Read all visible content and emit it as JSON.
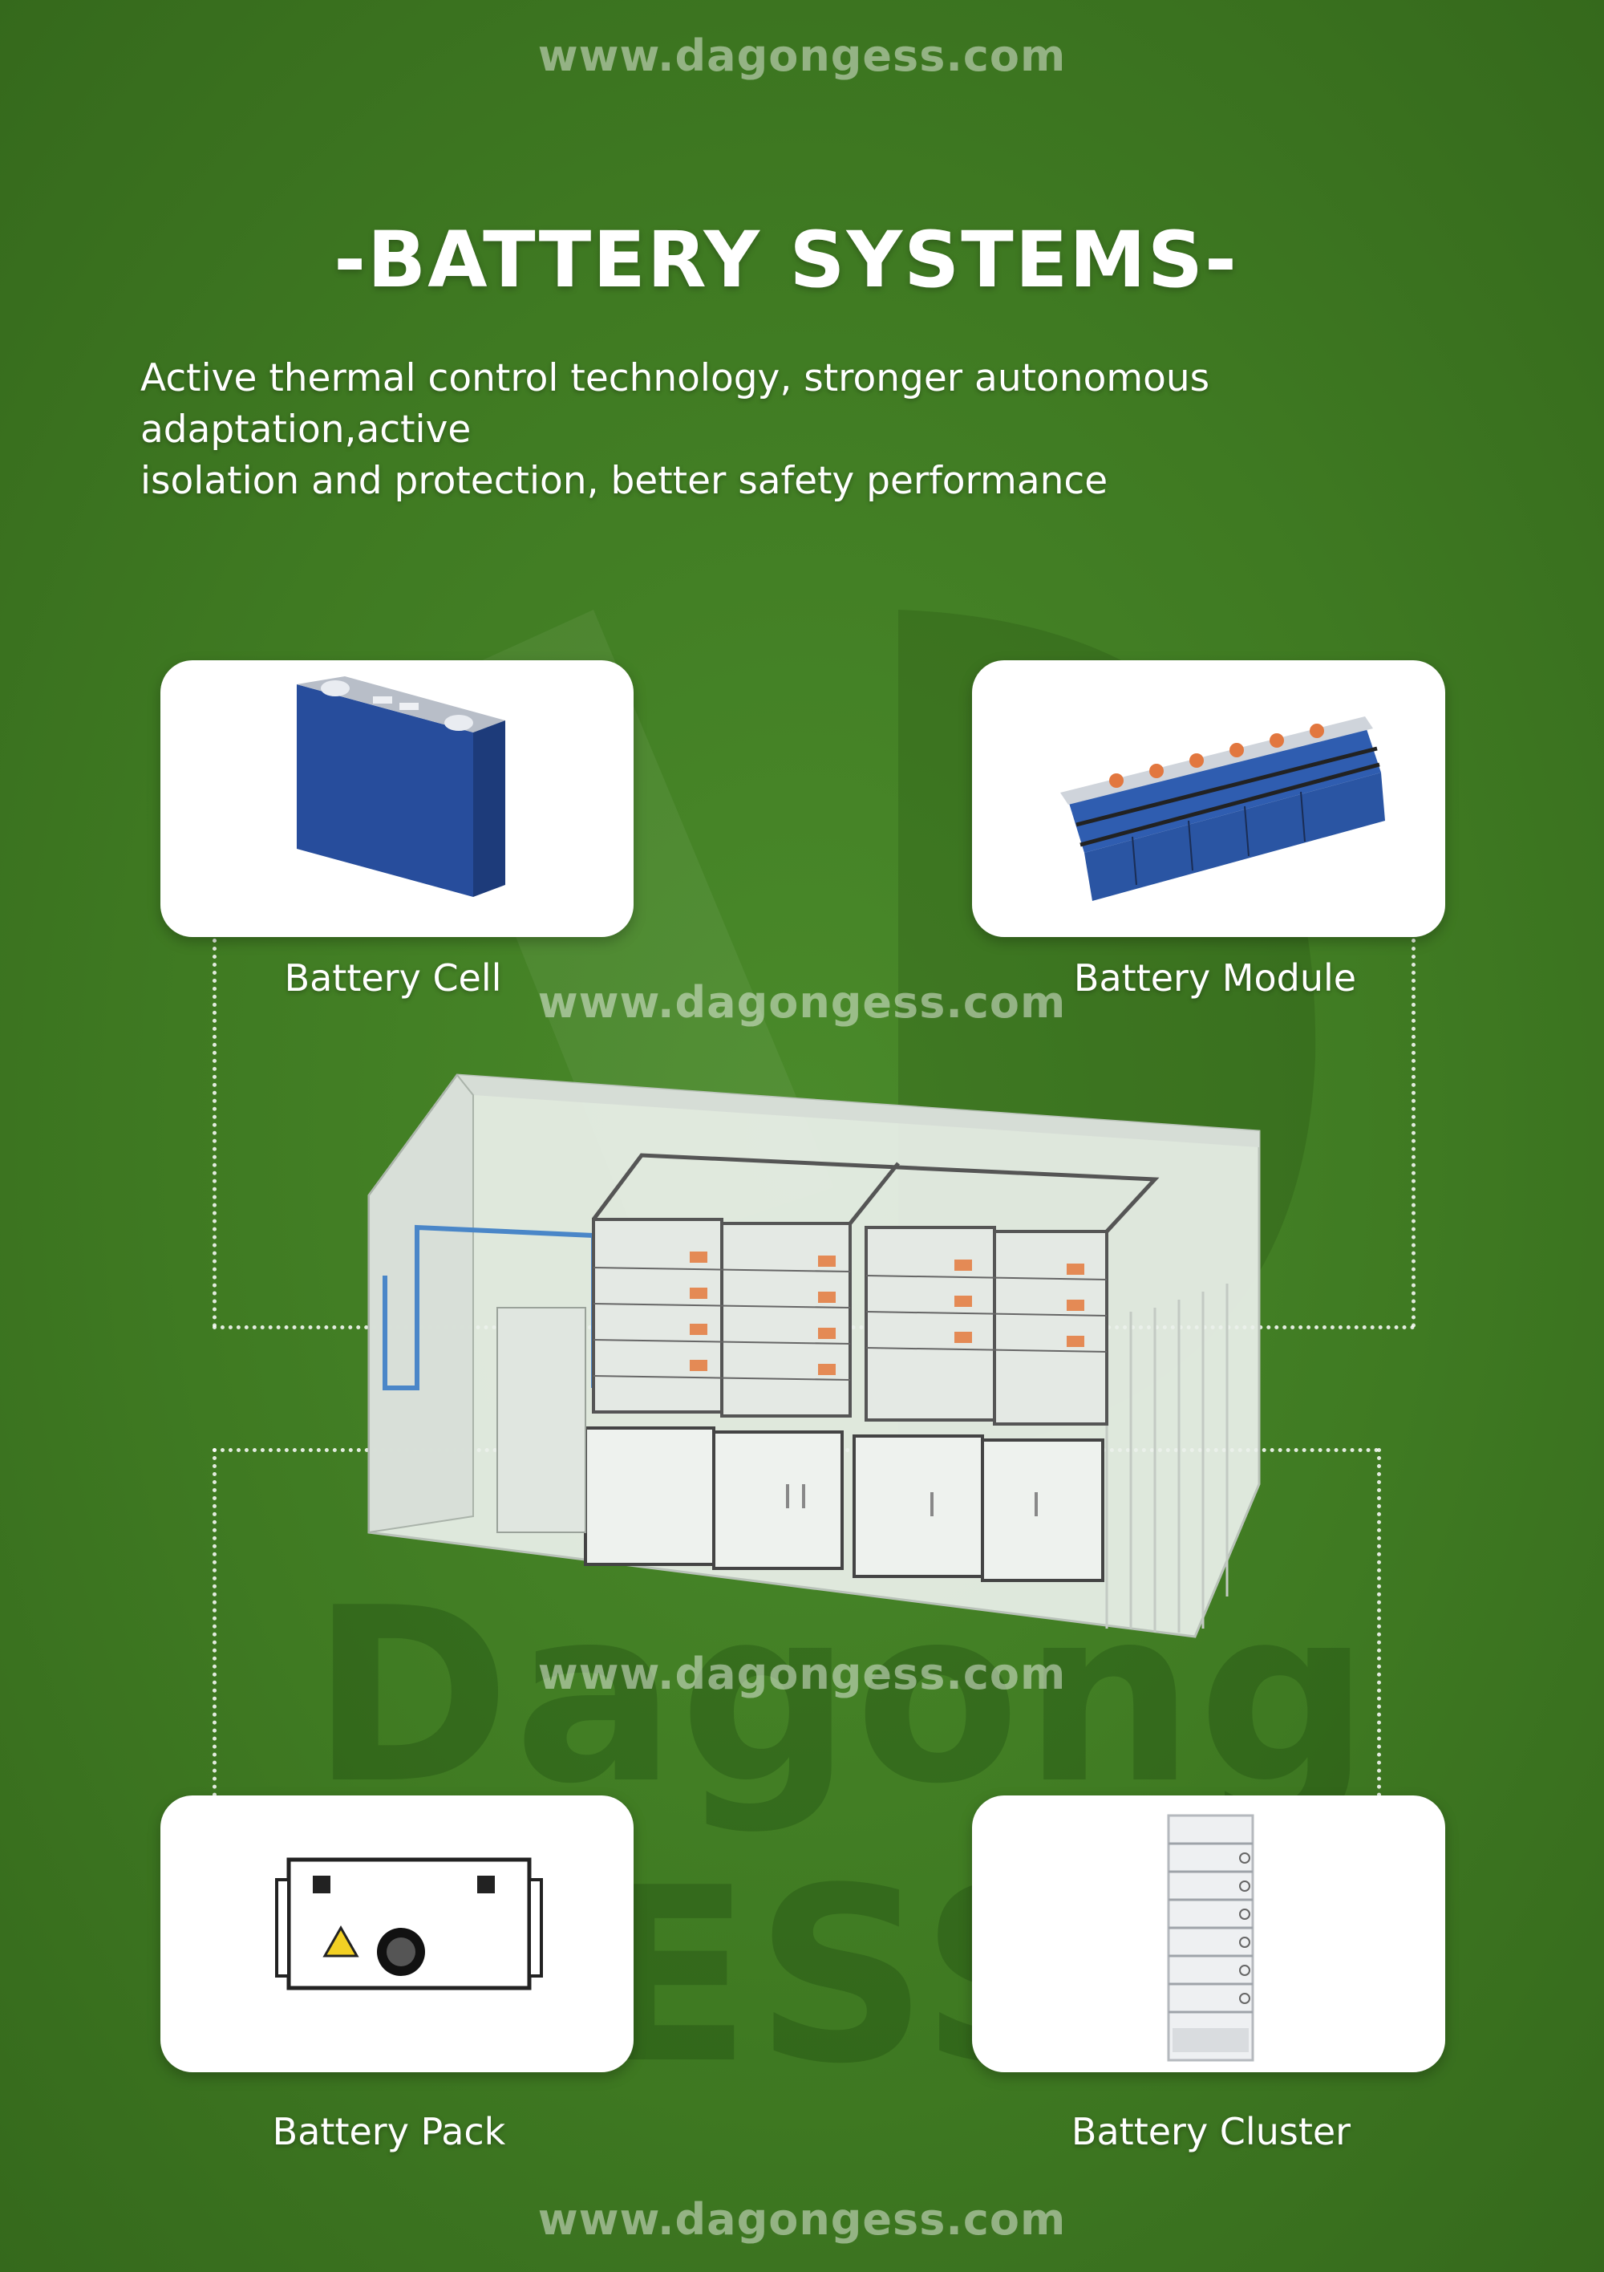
{
  "watermark": {
    "url": "www.dagongess.com",
    "brand": "Dagong ESS"
  },
  "header": {
    "title": "-BATTERY SYSTEMS-",
    "subtitle_line1": "Active thermal control technology, stronger autonomous adaptation,active",
    "subtitle_line2": "isolation and protection, better safety performance"
  },
  "components": {
    "cell": {
      "label": "Battery Cell"
    },
    "module": {
      "label": "Battery Module"
    },
    "pack": {
      "label": "Battery Pack"
    },
    "cluster": {
      "label": "Battery Cluster"
    }
  },
  "colors": {
    "background": "#3f7a22",
    "card": "#ffffff",
    "text": "#ffffff"
  }
}
